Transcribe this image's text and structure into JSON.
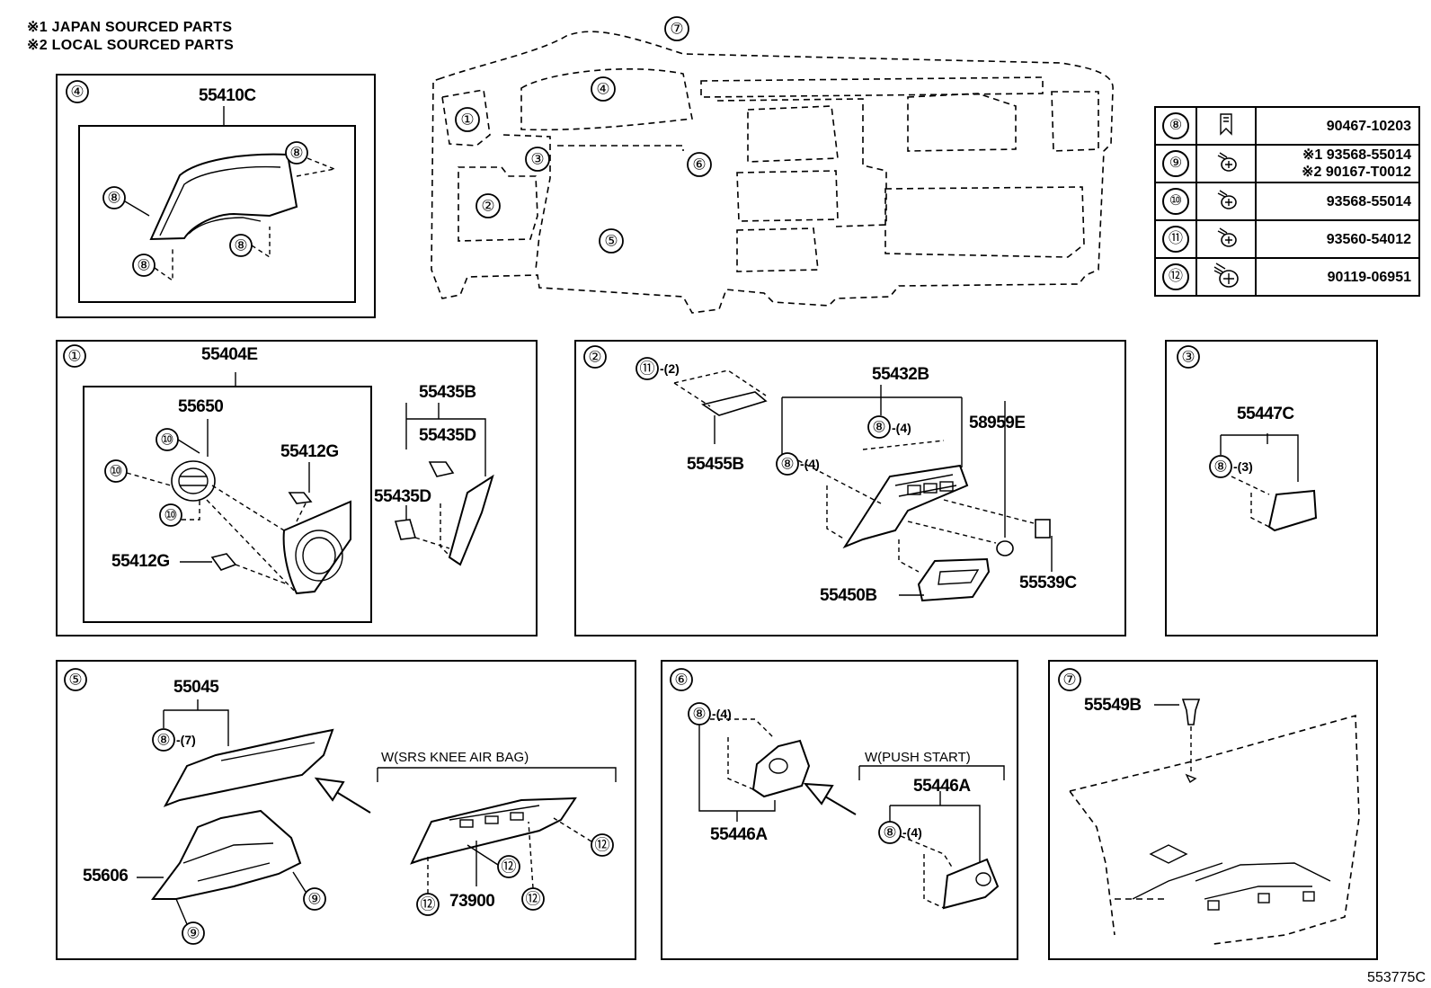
{
  "notes": [
    "※1 JAPAN SOURCED PARTS",
    "※2 LOCAL SOURCED PARTS"
  ],
  "figure_code": "553775C",
  "overview": {
    "callouts": [
      "①",
      "②",
      "③",
      "④",
      "⑤",
      "⑥",
      "⑦"
    ]
  },
  "fasteners": [
    {
      "ref": "⑧",
      "icon": "clip-icon",
      "parts": [
        "90467-10203"
      ]
    },
    {
      "ref": "⑨",
      "icon": "screw-icon",
      "parts": [
        "※1 93568-55014",
        "※2 90167-T0012"
      ]
    },
    {
      "ref": "⑩",
      "icon": "screw-icon",
      "parts": [
        "93568-55014"
      ]
    },
    {
      "ref": "⑪",
      "icon": "screw-icon",
      "parts": [
        "93560-54012"
      ]
    },
    {
      "ref": "⑫",
      "icon": "bolt-icon",
      "parts": [
        "90119-06951"
      ]
    }
  ],
  "panels": {
    "p4": {
      "ref": "④",
      "assembly": "55410C",
      "callouts": [
        "⑧",
        "⑧",
        "⑧",
        "⑧"
      ]
    },
    "p1": {
      "ref": "①",
      "assembly": "55404E",
      "parts": [
        "55650",
        "55412G",
        "55412G",
        "55435B",
        "55435D",
        "55435D"
      ],
      "callouts": [
        "⑩",
        "⑩",
        "⑩"
      ]
    },
    "p2": {
      "ref": "②",
      "assembly": "55432B",
      "parts": [
        "55455B",
        "58959E",
        "55450B",
        "55539C"
      ],
      "callouts": [
        "⑪",
        "⑧",
        "⑧"
      ],
      "quantities": [
        "-(2)",
        "-(4)",
        "-(4)"
      ]
    },
    "p3": {
      "ref": "③",
      "assembly": "55447C",
      "callouts": [
        "⑧"
      ],
      "quantities": [
        "-(3)"
      ]
    },
    "p5": {
      "ref": "⑤",
      "assembly": "55045",
      "parts": [
        "55606",
        "73900"
      ],
      "callouts": [
        "⑧",
        "⑨",
        "⑨",
        "⑫",
        "⑫",
        "⑫",
        "⑫"
      ],
      "quantities": [
        "-(7)"
      ],
      "variant": "W(SRS KNEE AIR BAG)"
    },
    "p6": {
      "ref": "⑥",
      "parts": [
        "55446A",
        "55446A"
      ],
      "callouts": [
        "⑧",
        "⑧"
      ],
      "quantities": [
        "-(4)",
        "-(4)"
      ],
      "variant": "W(PUSH START)"
    },
    "p7": {
      "ref": "⑦",
      "parts": [
        "55549B"
      ]
    }
  }
}
